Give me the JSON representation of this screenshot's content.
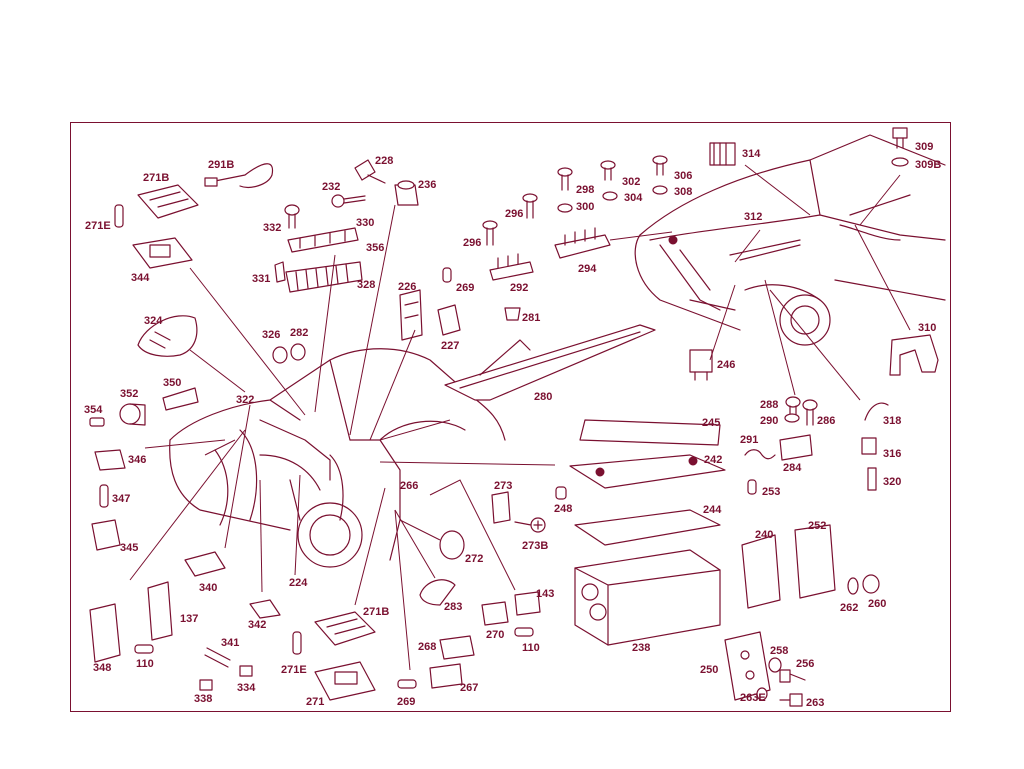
{
  "labels": {
    "p309": "309",
    "p309B": "309B",
    "p314": "314",
    "p312": "312",
    "p310": "310",
    "p306": "306",
    "p308": "308",
    "p302": "302",
    "p304": "304",
    "p298": "298",
    "p300": "300",
    "p296a": "296",
    "p296b": "296",
    "p294": "294",
    "p292": "292",
    "p291B": "291B",
    "p271Ba": "271B",
    "p271Ea": "271E",
    "p344": "344",
    "p228": "228",
    "p236": "236",
    "p232": "232",
    "p332": "332",
    "p330": "330",
    "p356": "356",
    "p331": "331",
    "p328": "328",
    "p226": "226",
    "p269a": "269",
    "p281": "281",
    "p227": "227",
    "p324": "324",
    "p326": "326",
    "p282": "282",
    "p246": "246",
    "p280": "280",
    "p350": "350",
    "p352": "352",
    "p354": "354",
    "p322": "322",
    "p346": "346",
    "p347": "347",
    "p345": "345",
    "p340": "340",
    "p224": "224",
    "p266": "266",
    "p273": "273",
    "p273B": "273B",
    "p248": "248",
    "p272": "272",
    "p245": "245",
    "p242": "242",
    "p244": "244",
    "p253": "253",
    "p291": "291",
    "p284": "284",
    "p288": "288",
    "p290": "290",
    "p286": "286",
    "p318": "318",
    "p316": "316",
    "p320": "320",
    "p240": "240",
    "p252": "252",
    "p262": "262",
    "p260": "260",
    "p137": "137",
    "p348": "348",
    "p110a": "110",
    "p342": "342",
    "p341": "341",
    "p338": "338",
    "p334": "334",
    "p271Eb": "271E",
    "p271Bb": "271B",
    "p271": "271",
    "p283": "283",
    "p143": "143",
    "p270": "270",
    "p110b": "110",
    "p268": "268",
    "p267": "267",
    "p269b": "269",
    "p238": "238",
    "p250": "250",
    "p258": "258",
    "p256": "256",
    "p263E": "263E",
    "p263": "263"
  },
  "colors": {
    "line": "#7a1030",
    "background": "#ffffff"
  }
}
